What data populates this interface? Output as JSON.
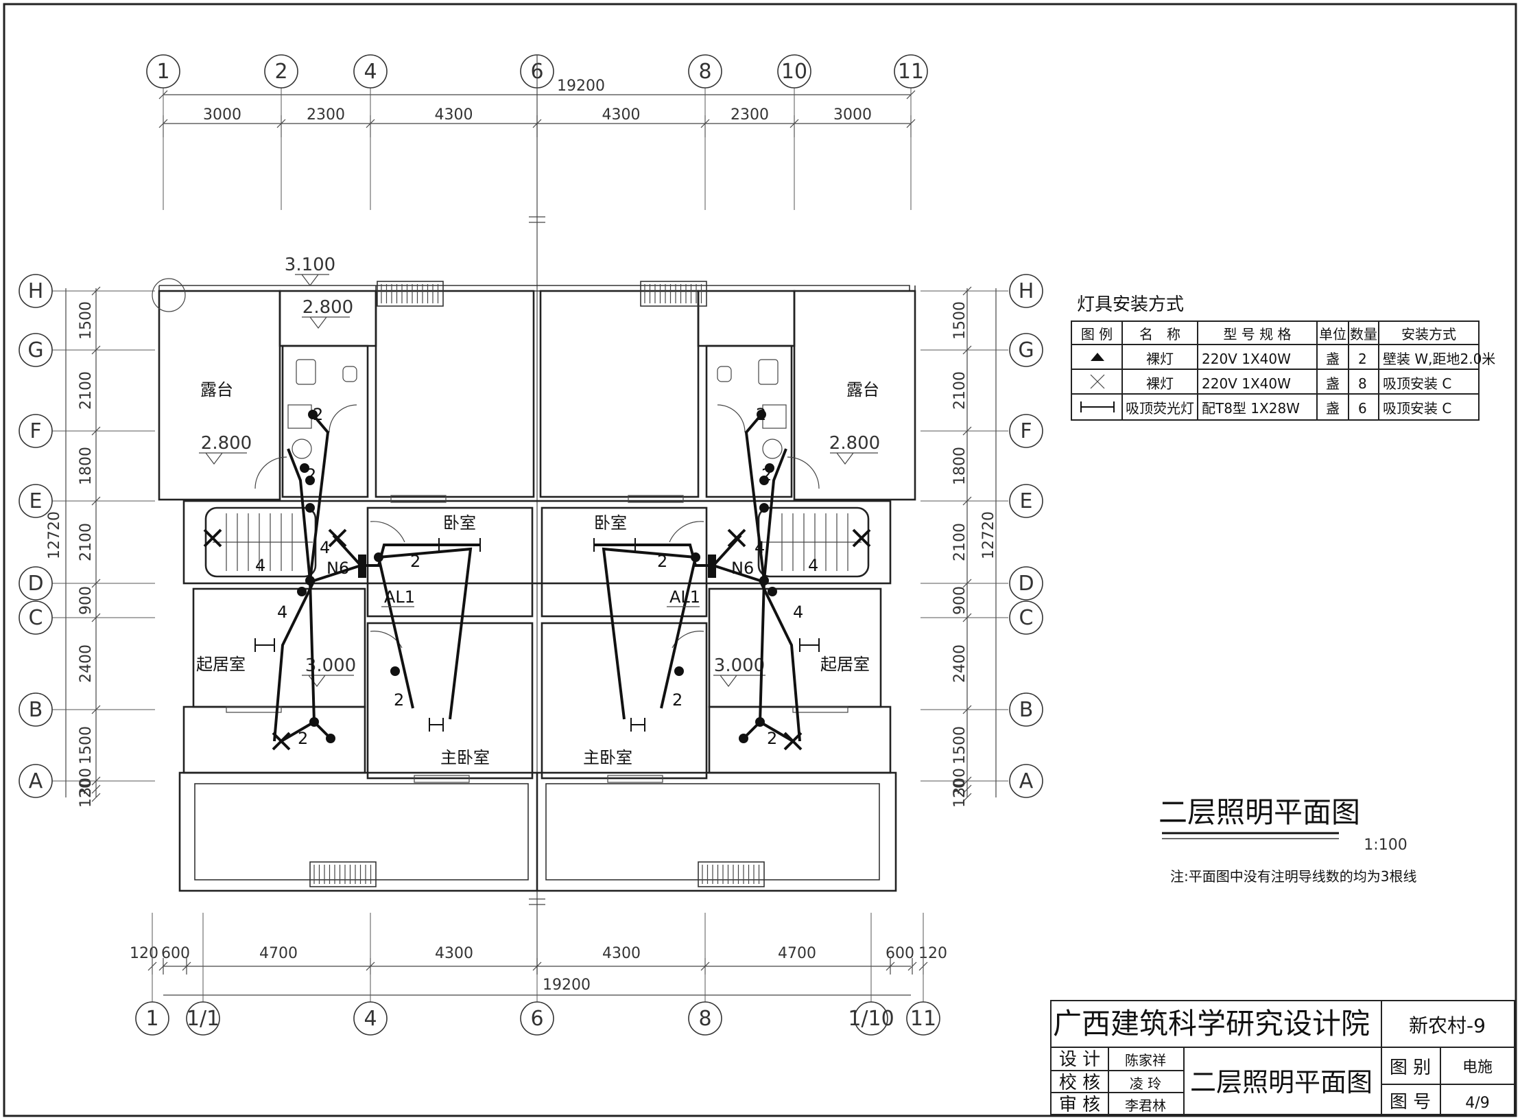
{
  "dims": {
    "top_total": "19200",
    "top_segments": [
      "3000",
      "2300",
      "4300",
      "4300",
      "2300",
      "3000"
    ],
    "bottom_total": "19200",
    "bottom_segments": [
      "120",
      "600",
      "4700",
      "4300",
      "4300",
      "4700",
      "600",
      "120"
    ],
    "left_vertical": [
      "1500",
      "2100",
      "1800",
      "2100",
      "900",
      "2400",
      "1500",
      "300",
      "120"
    ],
    "left_total": "12720",
    "right_vertical": [
      "1500",
      "2100",
      "1800",
      "2100",
      "900",
      "2400",
      "1500",
      "300",
      "120"
    ],
    "right_total": "12720"
  },
  "axes": {
    "top": [
      "1",
      "2",
      "4",
      "6",
      "8",
      "10",
      "11"
    ],
    "bottom": [
      "1",
      "1/1",
      "4",
      "6",
      "8",
      "1/10",
      "11"
    ],
    "rows": [
      "H",
      "G",
      "F",
      "E",
      "D",
      "C",
      "B",
      "A"
    ]
  },
  "rooms": {
    "terrace": "露台",
    "bedroom": "卧室",
    "living": "起居室",
    "master": "主卧室"
  },
  "elevations": {
    "roof": "3.100",
    "terrace": "2.800",
    "living": "3.000"
  },
  "panel": {
    "box": "AL1",
    "circuit": "N6"
  },
  "counts": {
    "two": "2",
    "four": "4"
  },
  "legend": {
    "title": "灯具安装方式",
    "headers": [
      "图 例",
      "名　称",
      "型 号 规 格",
      "单位",
      "数量",
      "安装方式"
    ],
    "rows": [
      {
        "symbol": "wall-lamp-symbol",
        "name": "裸灯",
        "spec": "220V 1X40W",
        "unit": "盏",
        "qty": "2",
        "mount": "壁装 W,距地2.0米"
      },
      {
        "symbol": "ceiling-lamp-symbol",
        "name": "裸灯",
        "spec": "220V 1X40W",
        "unit": "盏",
        "qty": "8",
        "mount": "吸顶安装 C"
      },
      {
        "symbol": "fluorescent-symbol",
        "name": "吸顶荧光灯",
        "spec": "配T8型 1X28W",
        "unit": "盏",
        "qty": "6",
        "mount": "吸顶安装 C"
      }
    ]
  },
  "drawing": {
    "title": "二层照明平面图",
    "scale": "1:100",
    "note": "注:平面图中没有注明导线数的均为3根线"
  },
  "title_block": {
    "institute": "广西建筑科学研究设计院",
    "project": "新农村-9",
    "rows": [
      {
        "role": "设  计",
        "person": "陈家祥"
      },
      {
        "role": "校  核",
        "person": "凌  玲"
      },
      {
        "role": "审  核",
        "person": "李君林"
      }
    ],
    "drawing_name": "二层照明平面图",
    "type_label": "图  别",
    "type_value": "电施",
    "no_label": "图  号",
    "no_value": "4/9"
  },
  "colors": {
    "ink": "#222222",
    "paper": "#ffffff"
  }
}
